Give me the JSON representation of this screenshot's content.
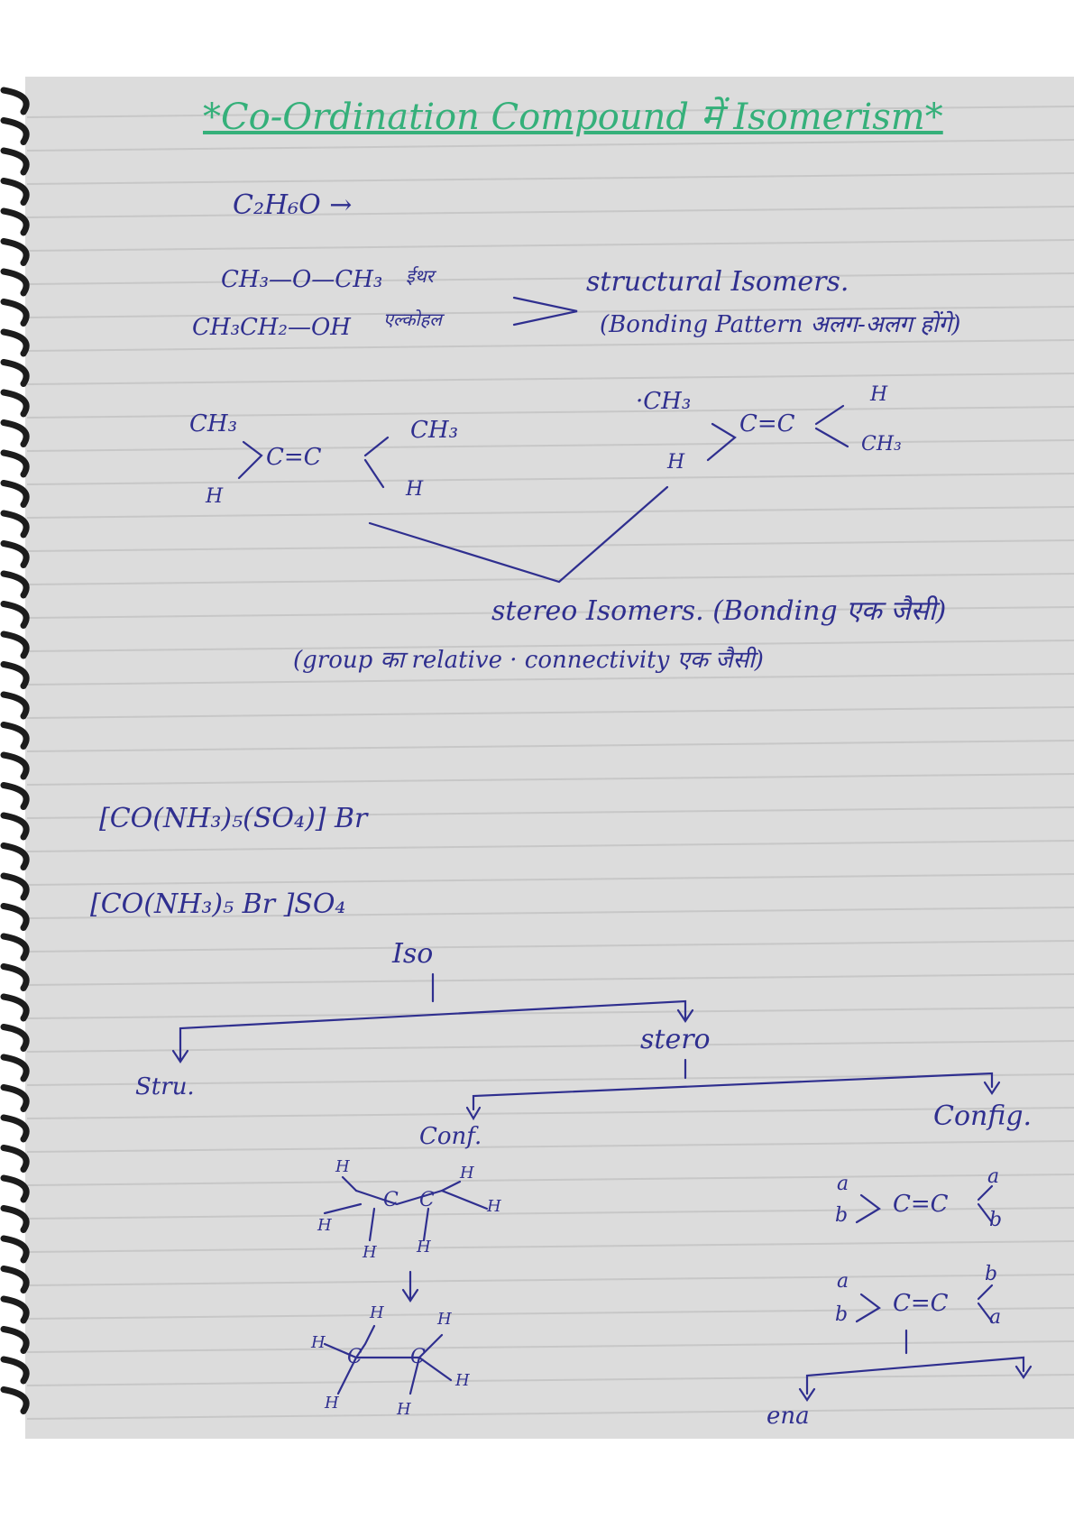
{
  "title": "*Co-Ordination Compound में Isomerism*",
  "formula": "C₂H₆O →",
  "structural": {
    "ether_formula": "CH₃—O—CH₃",
    "ether_label": "ईथर",
    "ethanol_formula": "CH₃CH₂—OH",
    "ethanol_label": "एल्कोहल",
    "isomers_label": "structural Isomers.",
    "isomers_note": "(Bonding Pattern अलग-अलग होंगे)"
  },
  "cis": {
    "ch3_left": "CH₃",
    "ch3_right": "CH₃",
    "cc": "C=C",
    "h_left": "H",
    "h_right": "H"
  },
  "trans": {
    "ch3_left": "·CH₃",
    "cc": "C=C",
    "h_left": "H",
    "h_right": "H",
    "ch3_right": "CH₃"
  },
  "stereo": {
    "line1": "stereo Isomers. (Bonding एक जैसी)",
    "line2": "(group का relative · connectivity एक जैसी)"
  },
  "complexes": {
    "first": "[CO(NH₃)₅(SO₄)] Br",
    "second": "[CO(NH₃)₅ Br ]SO₄"
  },
  "tree": {
    "root": "Iso",
    "left": "Stru.",
    "right": "stero",
    "conf": "Conf.",
    "config": "Config."
  },
  "conf_atoms": {
    "H": "H",
    "C": "C"
  },
  "config_atoms": {
    "a": "a",
    "b": "b",
    "cc": "C=C"
  },
  "bottom_label": "ena"
}
